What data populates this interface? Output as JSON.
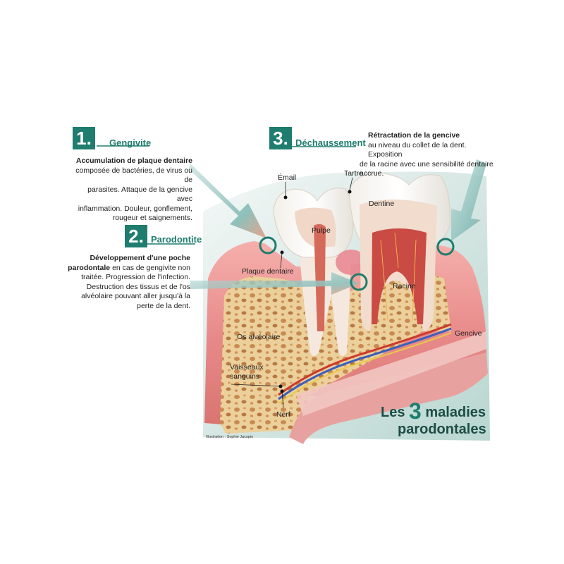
{
  "sections": [
    {
      "number": "1.",
      "title": "Gengivite",
      "bold_text": "Accumulation de plaque dentaire",
      "lines": [
        "composée de bactéries, de virus ou de",
        "parasites. Attaque de la gencive avec",
        "inflammation. Douleur, gonflement,",
        "rougeur et saignements."
      ]
    },
    {
      "number": "2.",
      "title": "Parodontite",
      "bold_text": "Développement d'une poche",
      "lines_first": "parodontale",
      "lines_first_rest": "en cas de gengivite non",
      "lines": [
        "traitée. Progression de l'infection.",
        "Destruction des tissus et de l'os",
        "alvéolaire pouvant aller jusqu'à la",
        "perte de la dent."
      ]
    },
    {
      "number": "3.",
      "title": "Déchaussement",
      "bold_text": "Rétractation de la gencive",
      "lines": [
        "au niveau du collet de la dent. Exposition",
        "de la racine avec une sensibilité dentaire accrue."
      ]
    }
  ],
  "labels": {
    "email": "Émail",
    "tartre": "Tartre",
    "dentine": "Dentine",
    "pulpe": "Pulpe",
    "plaque": "Plaque dentaire",
    "racine": "Racine",
    "os": "Os alvéolaire",
    "gencive": "Gencive",
    "vaisseaux_1": "Vaisseaux",
    "vaisseaux_2": "sanguins",
    "nerf": "Nerf"
  },
  "brand": {
    "prefix": "Les",
    "number": "3",
    "word1": "maladies",
    "line2": "parodontales"
  },
  "credit": "Illustration : Sophie Jacopin",
  "colors": {
    "accent": "#1e7d6e",
    "gum": "#e88a8a",
    "bone": "#e9c98f",
    "background_panel": "#cfe2dd",
    "arrow": "#9fc9c5"
  }
}
